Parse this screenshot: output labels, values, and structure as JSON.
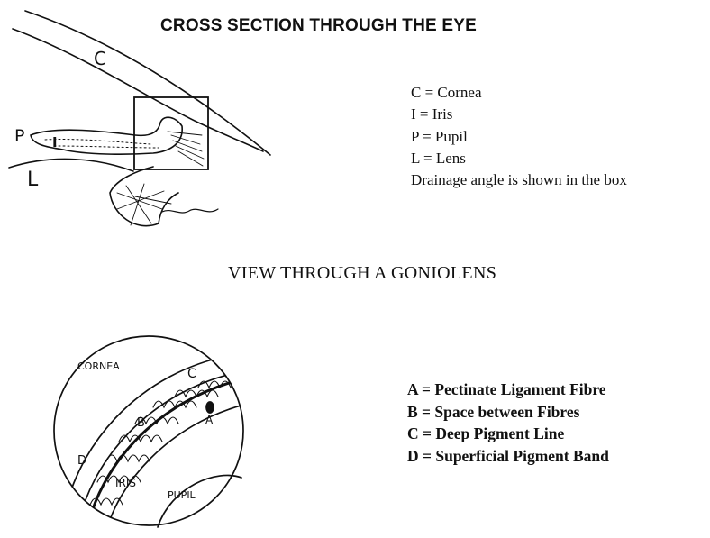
{
  "title": "CROSS SECTION THROUGH THE EYE",
  "subtitle": "VIEW THROUGH A GONIOLENS",
  "cross_section": {
    "labels": {
      "cornea": "C",
      "iris": "I",
      "pupil": "P",
      "lens": "L"
    },
    "legend": [
      "C = Cornea",
      "I = Iris",
      "P = Pupil",
      "L = Lens",
      "Drainage angle is shown in the box"
    ]
  },
  "gonio_view": {
    "labels": {
      "cornea": "CORNEA",
      "iris": "IRIS",
      "pupil": "PUPIL",
      "a": "A",
      "b": "B",
      "c": "C",
      "d": "D"
    },
    "legend": [
      "A = Pectinate Ligament Fibre",
      "B = Space between Fibres",
      "C = Deep Pigment Line",
      "D = Superficial Pigment Band"
    ]
  }
}
